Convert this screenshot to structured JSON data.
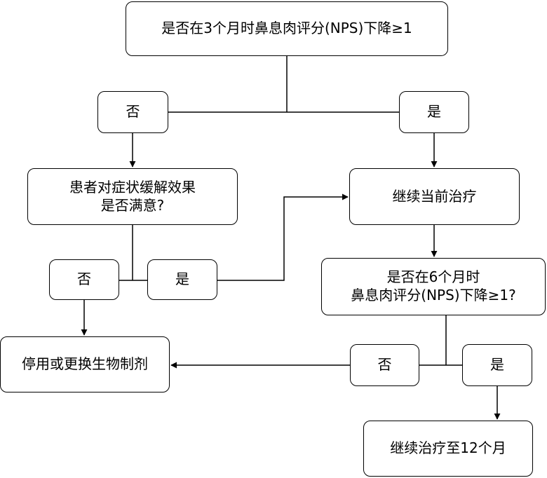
{
  "flowchart": {
    "q1": "是否在3个月时鼻息肉评分(NPS)下降≥1",
    "q1_no": "否",
    "q1_yes": "是",
    "q2_line1": "患者对症状缓解效果",
    "q2_line2": "是否满意?",
    "q2_no": "否",
    "q2_yes": "是",
    "continue_treatment": "继续当前治疗",
    "q3_line1": "是否在6个月时",
    "q3_line2": "鼻息肉评分(NPS)下降≥1?",
    "q3_no": "否",
    "q3_yes": "是",
    "stop_or_switch": "停用或更换生物制剂",
    "continue_12": "继续治疗至12个月"
  }
}
